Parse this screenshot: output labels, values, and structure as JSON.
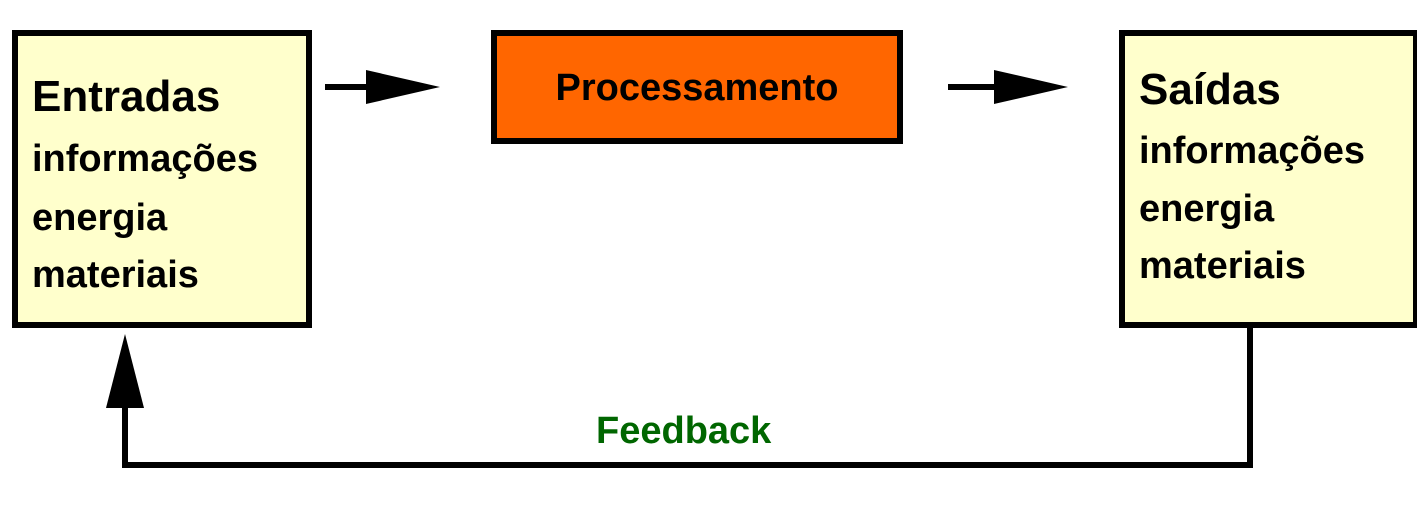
{
  "inputs": {
    "title": "Entradas",
    "items": [
      "informações",
      "energia",
      "materiais"
    ]
  },
  "process": {
    "label": "Processamento"
  },
  "outputs": {
    "title": "Saídas",
    "items": [
      "informações",
      "energia",
      "materiais"
    ]
  },
  "feedback": {
    "label": "Feedback"
  },
  "colors": {
    "box_fill": "#ffffcc",
    "process_fill": "#ff6600",
    "border": "#000000",
    "feedback_text": "#006600"
  }
}
